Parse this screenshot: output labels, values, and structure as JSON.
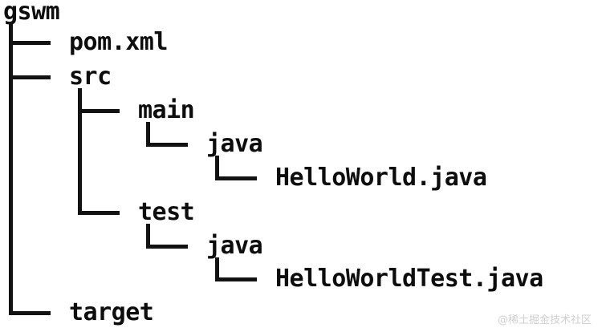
{
  "diagram": {
    "type": "directory-tree",
    "root_label": "gswm",
    "colors": {
      "background": "#ffffff",
      "text": "#0d0d0d",
      "lines": "#121212",
      "watermark": "#cfcfcf"
    },
    "nodes": [
      {
        "label": "gswm",
        "depth": 0,
        "connector": "root",
        "kind": "directory"
      },
      {
        "label": "pom.xml",
        "depth": 1,
        "connector": "tee",
        "kind": "file"
      },
      {
        "label": "src",
        "depth": 1,
        "connector": "tee",
        "kind": "directory"
      },
      {
        "label": "main",
        "depth": 2,
        "connector": "tee",
        "kind": "directory"
      },
      {
        "label": "java",
        "depth": 3,
        "connector": "elbow",
        "kind": "directory"
      },
      {
        "label": "HelloWorld.java",
        "depth": 4,
        "connector": "elbow",
        "kind": "file"
      },
      {
        "label": "test",
        "depth": 2,
        "connector": "elbow",
        "kind": "directory"
      },
      {
        "label": "java",
        "depth": 3,
        "connector": "elbow",
        "kind": "directory"
      },
      {
        "label": "HelloWorldTest.java",
        "depth": 4,
        "connector": "elbow",
        "kind": "file"
      },
      {
        "label": "target",
        "depth": 1,
        "connector": "elbow",
        "kind": "directory"
      }
    ]
  },
  "watermark": {
    "text": "@稀土掘金技术社区"
  }
}
